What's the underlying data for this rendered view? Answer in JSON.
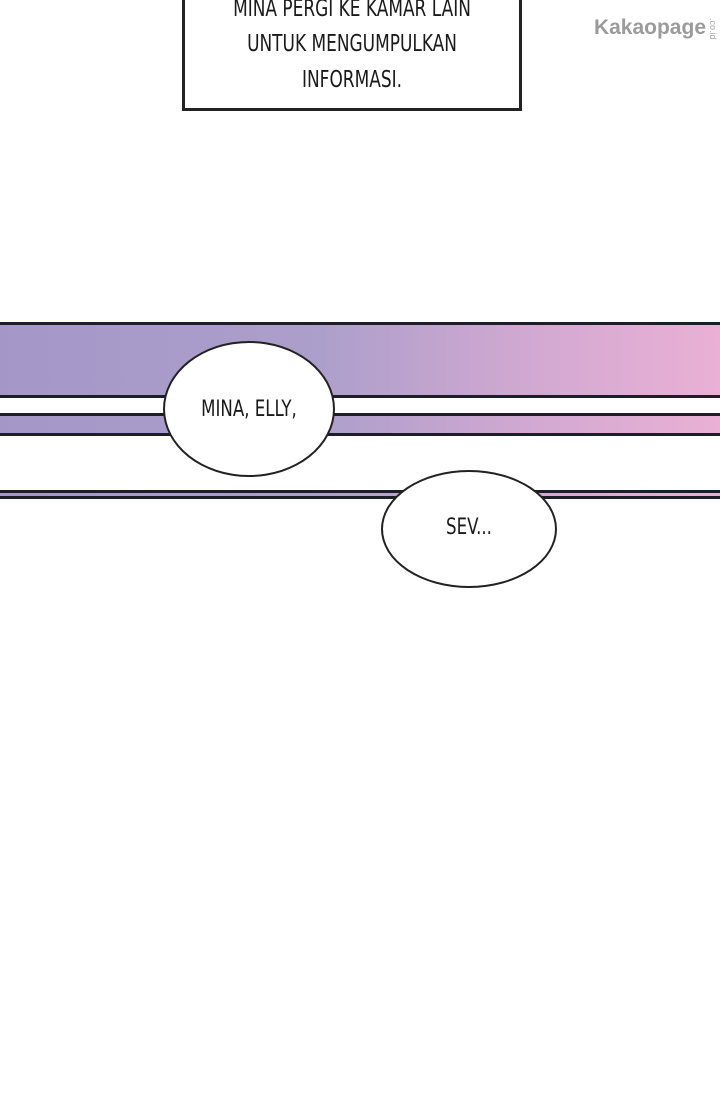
{
  "caption": {
    "lines": [
      "MINA PERGI KE KAMAR LAIN",
      "UNTUK MENGUMPULKAN",
      "INFORMASI."
    ]
  },
  "watermark": {
    "brand": "Kakaopage",
    "suffix": ".co.id"
  },
  "bubbles": [
    {
      "text": "MINA, ELLY,"
    },
    {
      "text": "SEV..."
    }
  ],
  "colors": {
    "band_start": "#a497c8",
    "band_end": "#eab0d5",
    "line": "#1e1e28"
  }
}
